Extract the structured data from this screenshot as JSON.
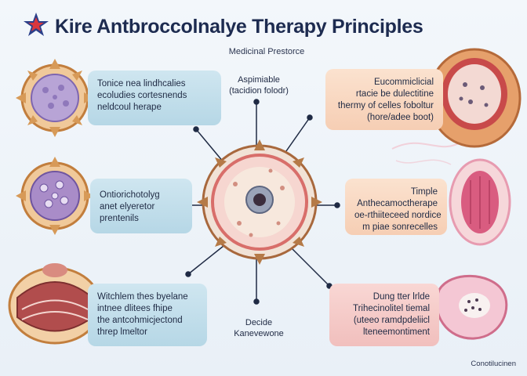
{
  "header": {
    "title": "Kire Antbroccolnalye Therapy Principles",
    "subtitle": "Medicinal Prestorce"
  },
  "panels": {
    "top_left": [
      "Tonice nea lindhcalies",
      "ecoludies cortesnends",
      "neldcoul herape"
    ],
    "mid_left": [
      "Ontiorichotolyg",
      "anet elyeretor",
      "prentenils"
    ],
    "bottom_left": [
      "Witchlem thes byelane",
      "intnee dlitees fhipe",
      "the antcohmicjectond",
      "threp lmeltor"
    ],
    "top_right": [
      "Eucommiclicial",
      "rtacie be dulectitine",
      "thermy of celles foboltur",
      "(hore/adee boot)"
    ],
    "mid_right": [
      "Timple",
      "Anthecamoctherape",
      "oe-rthiiteceed nordice",
      "m piae sonrecelles"
    ],
    "bottom_right": [
      "Dung tter lrlde",
      "Trihecinolitel tiemal",
      "(uteeo ramdpdeliicl",
      "lteneemontiment"
    ]
  },
  "labels": {
    "top_center": [
      "Aspimiable",
      "(tacidion folodr)"
    ],
    "bottom_center": [
      "Decide",
      "Kanevewone"
    ]
  },
  "footer": "Conotilucinen",
  "colors": {
    "title": "#1d2b50",
    "blue_panel": "#c4dfeb",
    "orange_panel": "#f8d6bf",
    "pink_panel": "#f4c8c6",
    "connector": "#1f2a44"
  }
}
